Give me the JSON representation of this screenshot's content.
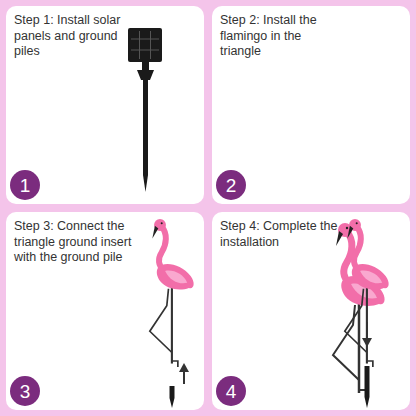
{
  "diagram": {
    "nodes": [
      {
        "text": [
          "Step 1: Install solar panels and ground piles"
        ]
      },
      {
        "text": [
          "1"
        ],
        "in": 0
      },
      {
        "text": [
          "Step 2: Install the flamingo in the triangle"
        ]
      },
      {
        "text": [
          "2"
        ],
        "in": 2
      },
      {
        "text": [
          "Step 3: Connect the triangle ground insert with the ground pile"
        ]
      },
      {
        "text": [
          "3"
        ],
        "in": 4
      },
      {
        "text": [
          "Step 4: Complete the installation"
        ]
      },
      {
        "text": [
          "4"
        ],
        "in": 6
      }
    ]
  }
}
